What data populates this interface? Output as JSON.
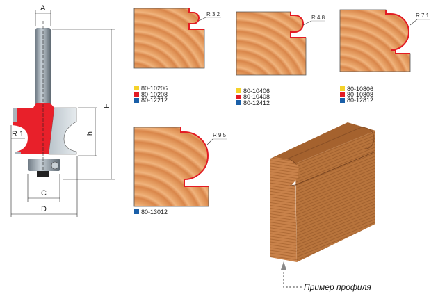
{
  "cutter": {
    "labels": {
      "A": "A",
      "H": "H",
      "h": "h",
      "R": "R 1",
      "C": "C",
      "D": "D"
    },
    "colors": {
      "body": "#e8202a",
      "steel": "#9aa5ae"
    }
  },
  "profiles": [
    {
      "radius": "R 3,2",
      "codes": [
        {
          "code": "80-10206",
          "color": "#f5d22a"
        },
        {
          "code": "80-10208",
          "color": "#e31b23"
        },
        {
          "code": "80-12212",
          "color": "#1a5fa8"
        }
      ]
    },
    {
      "radius": "R 4,8",
      "codes": [
        {
          "code": "80-10406",
          "color": "#f5d22a"
        },
        {
          "code": "80-10408",
          "color": "#e31b23"
        },
        {
          "code": "80-12412",
          "color": "#1a5fa8"
        }
      ]
    },
    {
      "radius": "R 7,1",
      "codes": [
        {
          "code": "80-10806",
          "color": "#f5d22a"
        },
        {
          "code": "80-10808",
          "color": "#e31b23"
        },
        {
          "code": "80-12812",
          "color": "#1a5fa8"
        }
      ]
    },
    {
      "radius": "R 9,5",
      "codes": [
        {
          "code": "80-13012",
          "color": "#1a5fa8"
        }
      ]
    }
  ],
  "example": {
    "caption": "Пример профиля"
  }
}
